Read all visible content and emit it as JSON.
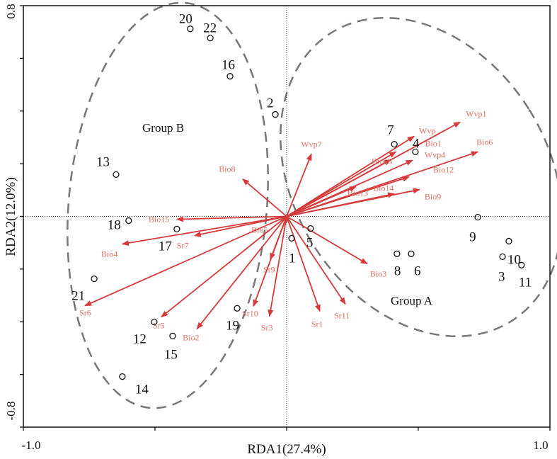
{
  "chart_data": {
    "type": "scatter",
    "subtype": "rda-biplot",
    "xlabel": "RDA1(27.4%)",
    "ylabel": "RDA2(12.0%)",
    "xlim": [
      -1.0,
      1.0
    ],
    "ylim": [
      -0.8,
      0.8
    ],
    "x_tick_labels": [
      "-1.0",
      "1.0"
    ],
    "y_tick_labels": [
      "0.8",
      "-0.8"
    ],
    "grid": false,
    "colors": {
      "arrow": "#d63a3a",
      "arrow_label": "#e07060",
      "site": "#111111",
      "ellipse": "#777777"
    },
    "groups": [
      {
        "label": "Group A"
      },
      {
        "label": "Group B"
      }
    ],
    "sites": [
      {
        "name": "20",
        "x": -0.366,
        "y": 0.712
      },
      {
        "name": "22",
        "x": -0.29,
        "y": 0.677
      },
      {
        "name": "16",
        "x": -0.215,
        "y": 0.532
      },
      {
        "name": "2",
        "x": -0.043,
        "y": 0.387
      },
      {
        "name": "13",
        "x": -0.648,
        "y": 0.159
      },
      {
        "name": "18",
        "x": -0.6,
        "y": -0.016
      },
      {
        "name": "17",
        "x": -0.417,
        "y": -0.048
      },
      {
        "name": "21",
        "x": -0.731,
        "y": -0.237
      },
      {
        "name": "12",
        "x": -0.503,
        "y": -0.401
      },
      {
        "name": "15",
        "x": -0.433,
        "y": -0.454
      },
      {
        "name": "14",
        "x": -0.624,
        "y": -0.608
      },
      {
        "name": "19",
        "x": -0.188,
        "y": -0.349
      },
      {
        "name": "1",
        "x": 0.019,
        "y": -0.083
      },
      {
        "name": "5",
        "x": 0.091,
        "y": -0.046
      },
      {
        "name": "7",
        "x": 0.409,
        "y": 0.274
      },
      {
        "name": "4",
        "x": 0.489,
        "y": 0.245
      },
      {
        "name": "8",
        "x": 0.419,
        "y": -0.142
      },
      {
        "name": "6",
        "x": 0.473,
        "y": -0.142
      },
      {
        "name": "9",
        "x": 0.726,
        "y": -0.003
      },
      {
        "name": "10",
        "x": 0.844,
        "y": -0.094
      },
      {
        "name": "3",
        "x": 0.82,
        "y": -0.153
      },
      {
        "name": "11",
        "x": 0.892,
        "y": -0.185
      }
    ],
    "vectors": [
      {
        "name": "Wvp1",
        "x": 0.659,
        "y": 0.358
      },
      {
        "name": "Bio6",
        "x": 0.726,
        "y": 0.245
      },
      {
        "name": "Wvp",
        "x": 0.484,
        "y": 0.304
      },
      {
        "name": "Bio1",
        "x": 0.415,
        "y": 0.245
      },
      {
        "name": "Wvp4",
        "x": 0.478,
        "y": 0.213
      },
      {
        "name": "Bio12",
        "x": 0.465,
        "y": 0.15
      },
      {
        "name": "Bio18",
        "x": 0.395,
        "y": 0.215
      },
      {
        "name": "Bio13",
        "x": 0.263,
        "y": 0.113
      },
      {
        "name": "Bio14",
        "x": 0.409,
        "y": 0.086
      },
      {
        "name": "Bio9",
        "x": 0.505,
        "y": 0.102
      },
      {
        "name": "Wvp7",
        "x": 0.094,
        "y": 0.237
      },
      {
        "name": "Bio8",
        "x": -0.167,
        "y": 0.142
      },
      {
        "name": "Bio15",
        "x": -0.417,
        "y": -0.011
      },
      {
        "name": "Bio4",
        "x": -0.624,
        "y": -0.105
      },
      {
        "name": "Sr7",
        "x": -0.35,
        "y": -0.073
      },
      {
        "name": "Bio5",
        "x": -0.005,
        "y": -0.03
      },
      {
        "name": "Sr9",
        "x": -0.062,
        "y": -0.164
      },
      {
        "name": "Sr6",
        "x": -0.766,
        "y": -0.339
      },
      {
        "name": "Sr5",
        "x": -0.476,
        "y": -0.382
      },
      {
        "name": "Bio2",
        "x": -0.341,
        "y": -0.427
      },
      {
        "name": "Sr10",
        "x": -0.126,
        "y": -0.341
      },
      {
        "name": "Sr3",
        "x": -0.065,
        "y": -0.379
      },
      {
        "name": "Sr1",
        "x": 0.126,
        "y": -0.36
      },
      {
        "name": "Sr11",
        "x": 0.223,
        "y": -0.333
      },
      {
        "name": "Bio3",
        "x": 0.306,
        "y": -0.18
      }
    ]
  }
}
